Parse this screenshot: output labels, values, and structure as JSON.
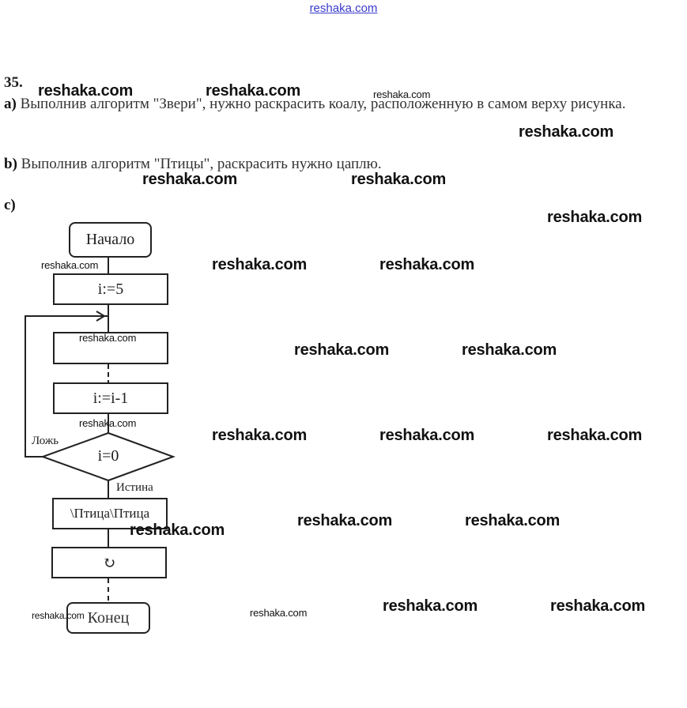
{
  "header": {
    "site_link": "reshaka.com"
  },
  "task": {
    "number": "35.",
    "part_a": {
      "marker": "a)",
      "text": "Выполнив алгоритм \"Звери\", нужно раскрасить  коалу, расположенную в самом верху рисунка."
    },
    "part_b": {
      "marker": "b)",
      "text": "Выполнив алгоритм \"Птицы\", раскрасить нужно цаплю."
    },
    "part_c": {
      "marker": "c)"
    }
  },
  "flowchart": {
    "start": "Начало",
    "init": "i:=5",
    "loop_body_1": "",
    "decrement": "i:=i-1",
    "condition": "i=0",
    "branch_false": "Ложь",
    "branch_true": "Истина",
    "action": "\\Птица\\Птица",
    "action_2": "↻",
    "end": "Конец"
  },
  "watermark": {
    "text": "reshaka.com"
  }
}
